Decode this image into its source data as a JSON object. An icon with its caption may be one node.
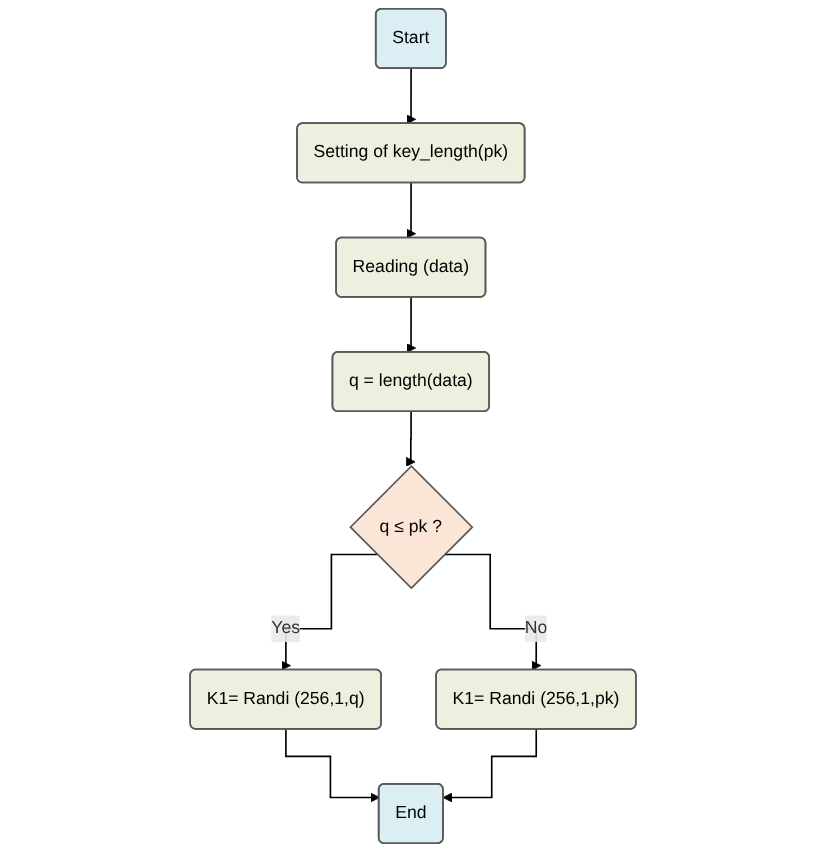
{
  "diagram": {
    "nodes": [
      {
        "text": [
          "Start"
        ]
      },
      {
        "text": [
          "Setting of key_length(pk)"
        ]
      },
      {
        "text": [
          "Reading (data)"
        ]
      },
      {
        "text": [
          "q = length(data)"
        ]
      },
      {
        "text": [
          "End"
        ]
      },
      {
        "text": [
          "K1= Randi (256,1,q)"
        ]
      },
      {
        "text": [
          "K1= Randi (256,1,pk)"
        ]
      },
      {
        "text": [
          "q ≤ pk ?"
        ]
      }
    ],
    "edges": [
      {
        "from": 0,
        "to": 1,
        "arrow": "to"
      },
      {
        "from": 1,
        "to": 2,
        "arrow": "to"
      },
      {
        "from": 2,
        "to": 3,
        "arrow": "to"
      },
      {
        "from": 3,
        "to": 7,
        "arrow": "to"
      },
      {
        "from": 7,
        "to": 5,
        "arrow": "to",
        "label": "Yes"
      },
      {
        "from": 7,
        "to": 6,
        "arrow": "to",
        "label": "No"
      },
      {
        "from": 5,
        "to": 4,
        "arrow": "to"
      },
      {
        "from": 6,
        "to": 4,
        "arrow": "to"
      }
    ]
  }
}
